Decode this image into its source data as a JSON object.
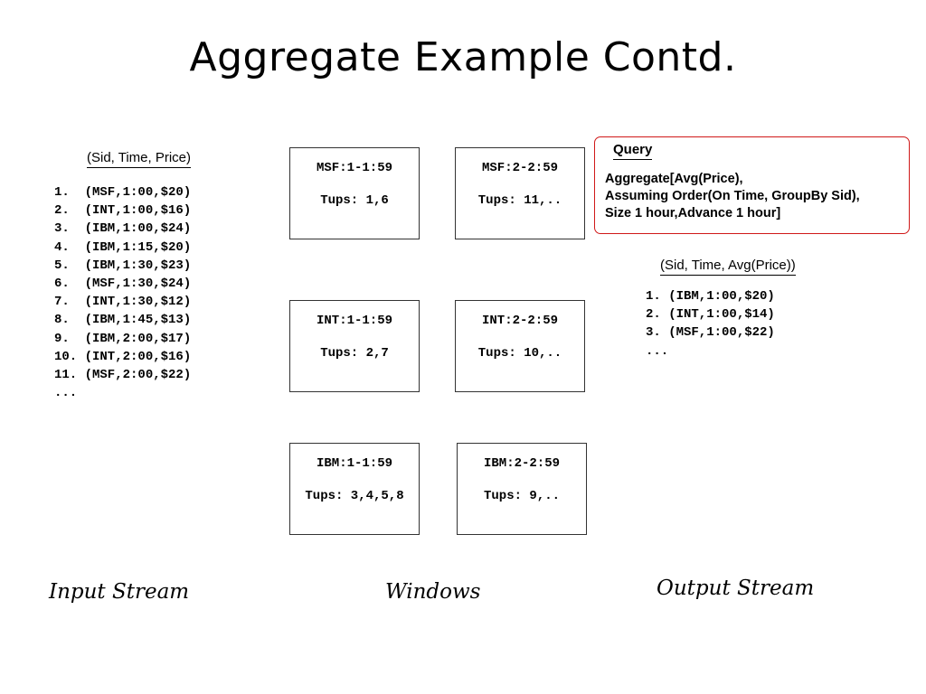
{
  "title": "Aggregate Example Contd.",
  "input": {
    "header": "(Sid, Time, Price)",
    "items": [
      "1.  (MSF,1:00,$20)",
      "2.  (INT,1:00,$16)",
      "3.  (IBM,1:00,$24)",
      "4.  (IBM,1:15,$20)",
      "5.  (IBM,1:30,$23)",
      "6.  (MSF,1:30,$24)",
      "7.  (INT,1:30,$12)",
      "8.  (IBM,1:45,$13)",
      "9.  (IBM,2:00,$17)",
      "10. (INT,2:00,$16)",
      "11. (MSF,2:00,$22)",
      "..."
    ]
  },
  "windows": [
    {
      "name": "MSF:1-1:59",
      "tups": "Tups: 1,6"
    },
    {
      "name": "MSF:2-2:59",
      "tups": "Tups: 11,.."
    },
    {
      "name": "INT:1-1:59",
      "tups": "Tups: 2,7"
    },
    {
      "name": "INT:2-2:59",
      "tups": "Tups: 10,.."
    },
    {
      "name": "IBM:1-1:59",
      "tups": "Tups: 3,4,5,8"
    },
    {
      "name": "IBM:2-2:59",
      "tups": "Tups: 9,.."
    }
  ],
  "query": {
    "title": "Query",
    "lines": [
      "Aggregate[Avg(Price),",
      "Assuming Order(On Time, GroupBy Sid),",
      "Size 1 hour,Advance 1 hour]"
    ]
  },
  "output": {
    "header": "(Sid, Time, Avg(Price))",
    "items": [
      "1. (IBM,1:00,$20)",
      "2. (INT,1:00,$14)",
      "3. (MSF,1:00,$22)",
      "..."
    ]
  },
  "captions": {
    "input": "Input Stream",
    "windows": "Windows",
    "output": "Output Stream"
  }
}
